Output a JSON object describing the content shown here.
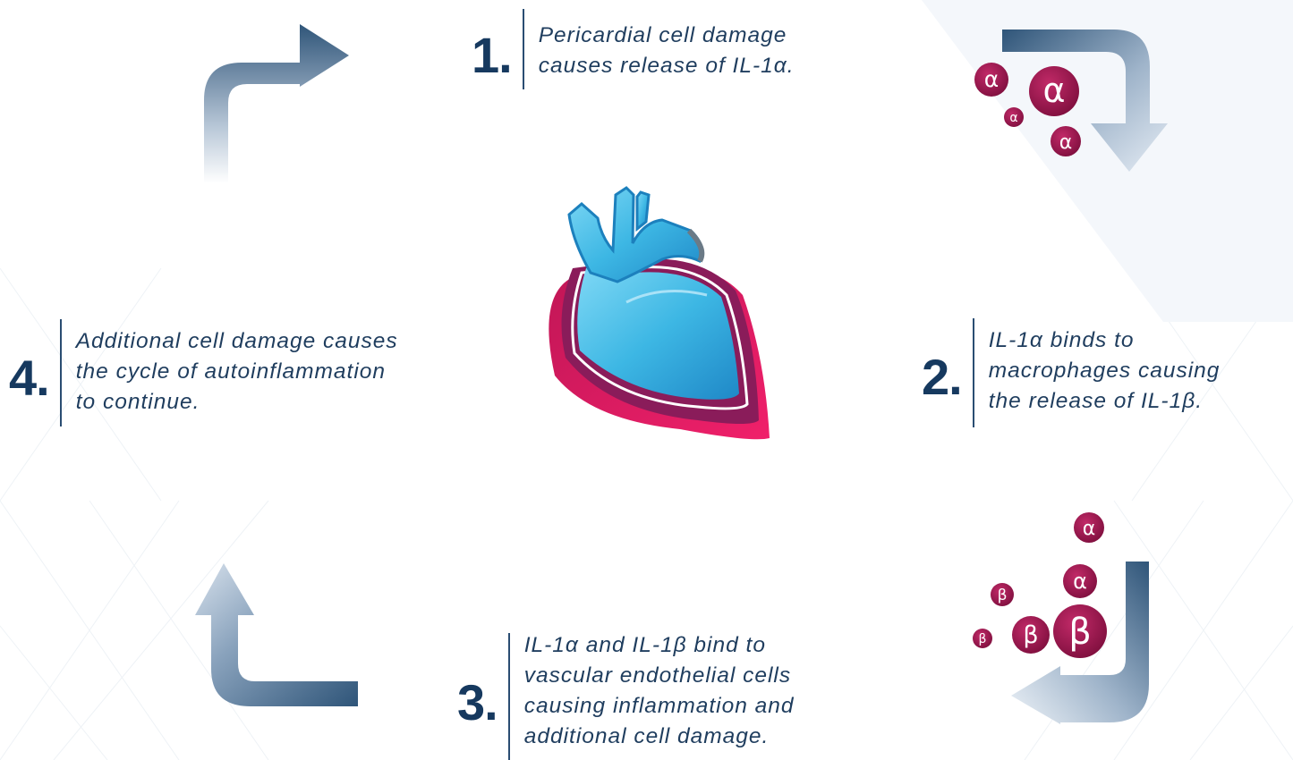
{
  "steps": [
    {
      "number": "1",
      "dot": ".",
      "lines": [
        "Pericardial cell damage",
        "causes release of IL-1α."
      ]
    },
    {
      "number": "2",
      "dot": ".",
      "lines": [
        "IL-1α binds to",
        "macrophages causing",
        "the release of IL-1β."
      ]
    },
    {
      "number": "3",
      "dot": ".",
      "lines": [
        "IL-1α and IL-1β bind to",
        "vascular endothelial cells",
        "causing inflammation and",
        "additional cell damage."
      ]
    },
    {
      "number": "4",
      "dot": ".",
      "lines": [
        "Additional cell damage causes",
        "the cycle of autoinflammation",
        "to continue."
      ]
    }
  ],
  "molecules": {
    "alpha_symbol": "α",
    "beta_symbol": "β",
    "group1": [
      "α",
      "α",
      "α",
      "α"
    ],
    "group2": [
      "α",
      "α",
      "β",
      "β",
      "β",
      "β"
    ]
  },
  "colors": {
    "number": "#16395f",
    "text": "#1f3d5e",
    "arrow_dark": "#2f5579",
    "arrow_light": "#e3ebf3",
    "molecule": "#a11a52",
    "heart_blue": "#37b5e2",
    "heart_pink": "#e61e64",
    "heart_purple": "#8a1c5a"
  },
  "icons": [
    "cycle-arrow-icon",
    "heart-icon",
    "interleukin-molecule-icon"
  ]
}
